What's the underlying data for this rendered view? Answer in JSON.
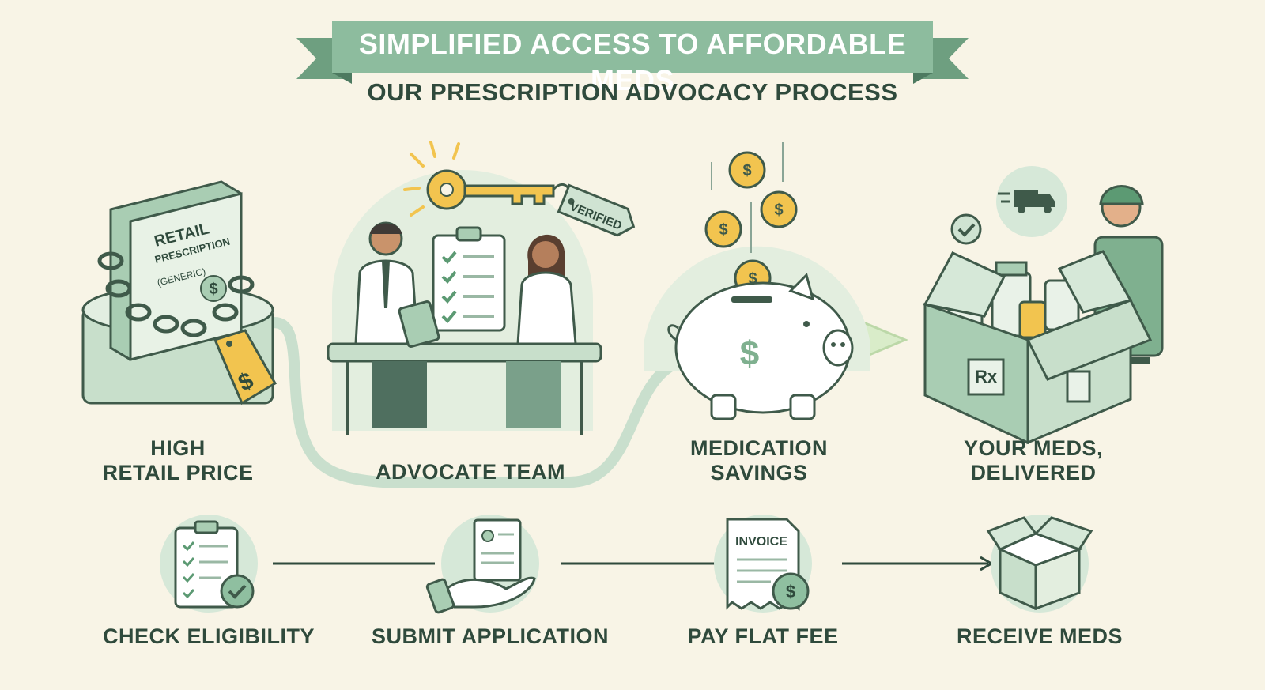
{
  "header": {
    "title": "SIMPLIFIED ACCESS TO AFFORDABLE MEDS",
    "subtitle": "OUR PRESCRIPTION ADVOCACY PROCESS"
  },
  "stages": [
    {
      "label_line1": "HIGH",
      "label_line2": "RETAIL PRICE",
      "icon": "chained-prescription-box-icon"
    },
    {
      "label_line1": "ADVOCATE TEAM",
      "icon": "advocate-team-illustration"
    },
    {
      "label_line1": "MEDICATION",
      "label_line2": "SAVINGS",
      "icon": "piggy-bank-icon"
    },
    {
      "label_line1": "YOUR MEDS,",
      "label_line2": "DELIVERED",
      "icon": "delivery-box-icon"
    }
  ],
  "box_label": {
    "line1": "RETAIL",
    "line2": "PRESCRIPTION",
    "line3": "(GENERIC)"
  },
  "tags": {
    "verified": "VERIFIED",
    "invoice": "INVOICE",
    "rx": "Rx",
    "dollar": "$"
  },
  "steps": [
    {
      "label": "CHECK ELIGIBILITY",
      "icon": "clipboard-check-icon"
    },
    {
      "label": "SUBMIT APPLICATION",
      "icon": "application-hand-icon"
    },
    {
      "label": "PAY FLAT FEE",
      "icon": "invoice-icon"
    },
    {
      "label": "RECEIVE MEDS",
      "icon": "package-icon"
    }
  ],
  "colors": {
    "background": "#f8f4e6",
    "sage": "#8fbfa0",
    "sage_light": "#d6e8d8",
    "banner": "#8dbc9e",
    "banner_dark": "#6e9f80",
    "text_dark": "#2f4a3c",
    "gold": "#f2c44f"
  }
}
